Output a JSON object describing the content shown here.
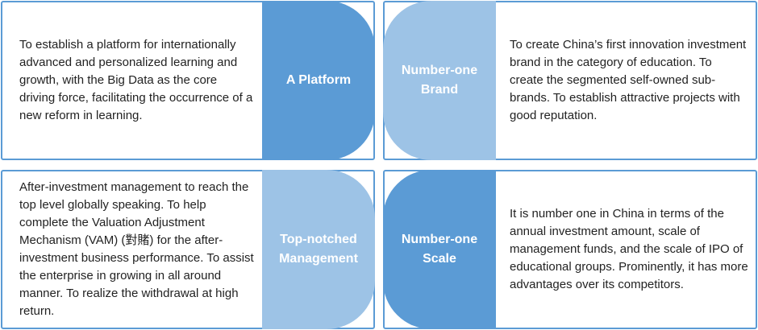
{
  "quadrants": [
    {
      "title": "A Platform",
      "description": "To establish a platform for internationally advanced and personalized learning and growth, with the Big Data as the core driving force, facilitating the occurrence of a new reform in learning."
    },
    {
      "title": "Number-one\nBrand",
      "description": "To create China’s first innovation investment brand in the category of education. To create the segmented self-owned sub-brands. To establish attractive projects with good reputation."
    },
    {
      "title": "Top-notched\nManagement",
      "description": "After-investment management to reach the top level globally speaking. To help complete the Valuation Adjustment Mechanism (VAM) (對賭) for the after-investment business performance. To assist the enterprise in growing in all around manner. To realize the withdrawal at high return."
    },
    {
      "title": "Number-one\nScale",
      "description": "It is number one in China in terms of the annual investment amount, scale of management funds, and the scale of IPO of educational groups. Prominently, it has more advantages over its competitors."
    }
  ],
  "colors": {
    "border": "#5b9bd5",
    "tab_dark": "#5b9bd5",
    "tab_light": "#9dc3e6",
    "text": "#222222"
  }
}
